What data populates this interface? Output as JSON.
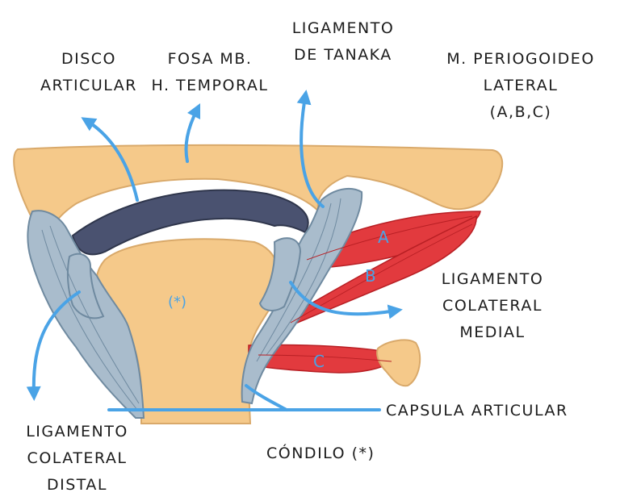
{
  "labels": {
    "disco_1": "DISCO",
    "disco_2": "ARTICULAR",
    "fosa_1": "FOSA MB.",
    "fosa_2": "H. TEMPORAL",
    "tanaka_1": "LIGAMENTO",
    "tanaka_2": "DE TANAKA",
    "pterigoideo_1": "M. PERIOGOIDEO",
    "pterigoideo_2": "LATERAL",
    "pterigoideo_3": "(A,B,C)",
    "medial_1": "LIGAMENTO",
    "medial_2": "COLATERAL",
    "medial_3": "MEDIAL",
    "capsula": "CAPSULA ARTICULAR",
    "condilo": "CÓNDILO (*)",
    "distal_1": "LIGAMENTO",
    "distal_2": "COLATERAL",
    "distal_3": "DISTAL"
  },
  "markers": {
    "condyle": "(*)",
    "a": "A",
    "b": "B",
    "c": "C"
  },
  "colors": {
    "bone": "#f5c98a",
    "disc": "#4a5270",
    "ligament": "#a9bccc",
    "muscle": "#e23a3e",
    "arrow": "#4aa3e6",
    "text": "#1c1c1c"
  }
}
